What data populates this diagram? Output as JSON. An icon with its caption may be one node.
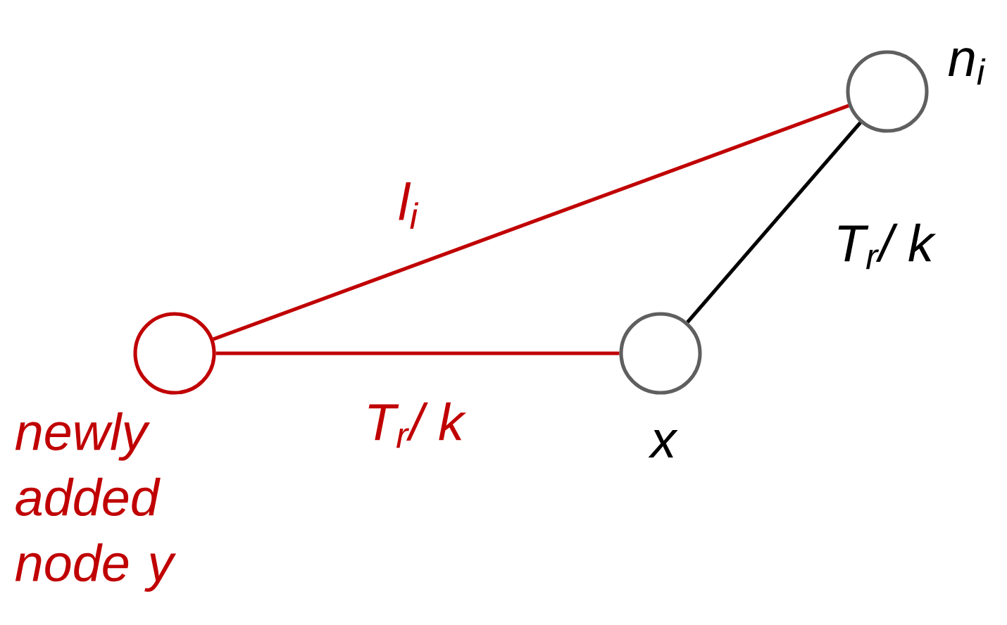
{
  "diagram": {
    "nodes": [
      {
        "text": [],
        "shape": "circle",
        "beside": [
          "n$_{i}$"
        ]
      },
      {
        "text": [],
        "shape": "circle",
        "beside": [
          "newly added node y"
        ]
      },
      {
        "text": [],
        "shape": "circle",
        "beside": [
          "x"
        ]
      }
    ],
    "edges": [
      {
        "from": 1,
        "to": 0,
        "arrow": "none",
        "label": "l$_{i}$"
      },
      {
        "from": 1,
        "to": 2,
        "arrow": "none",
        "label": "T$_{r}$/ k"
      },
      {
        "from": 2,
        "to": 0,
        "arrow": "none",
        "label": "T$_{r}$/ k",
        "color": "#000000"
      }
    ]
  }
}
